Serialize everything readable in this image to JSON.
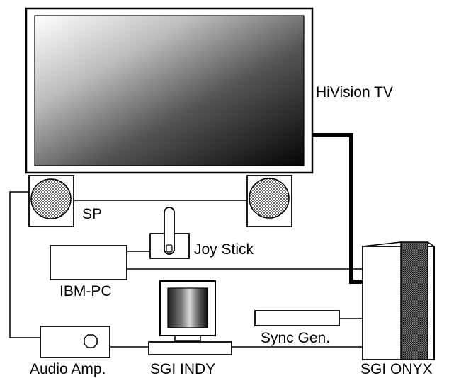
{
  "labels": {
    "tv": "HiVision TV",
    "speaker": "SP",
    "joystick": "Joy Stick",
    "ibm_pc": "IBM-PC",
    "sync_gen": "Sync Gen.",
    "audio_amp": "Audio Amp.",
    "sgi_indy": "SGI INDY",
    "sgi_onyx": "SGI ONYX"
  }
}
